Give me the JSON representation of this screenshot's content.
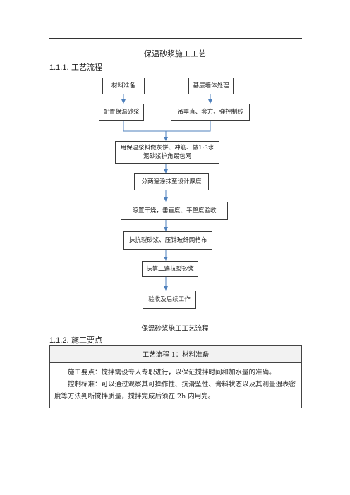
{
  "page": {
    "title": "保温砂浆施工工艺",
    "section1": {
      "number": "1.1.1.",
      "title": "工艺流程"
    },
    "section2": {
      "number": "1.1.2.",
      "title": "施工要点"
    }
  },
  "flowchart": {
    "nodes": {
      "n1": "材料准备",
      "n2": "基层墙体处理",
      "n3": "配置保温砂浆",
      "n4": "吊垂直、套方、弹控制线",
      "n5": "用保温浆料做灰饼、冲筋、做1:3水泥砂浆护角踢包网",
      "n6": "分两遍涂抹至设计厚度",
      "n7": "晾置干燥，垂直度、平整度验收",
      "n8": "抹抗裂砂浆、压铺玻纤网格布",
      "n9": "抹第二遍抗裂砂浆",
      "n10": "验收及后续工作"
    },
    "caption": "保温砂浆施工工艺流程",
    "colors": {
      "connector": "#4f81bd",
      "border": "#3b3b3b"
    }
  },
  "points_table": {
    "header": "工艺流程 1：材料准备",
    "lines": [
      "施工要点：搅拌需设专人专职进行，以保证搅拌时间和加水量的准确。",
      "控制标准：可以通过观察其可操作性、抗滑坠性、膏料状态以及其测量湿表密度等方法判断搅拌质量，搅拌完成后须在 2h 内用完。"
    ]
  }
}
